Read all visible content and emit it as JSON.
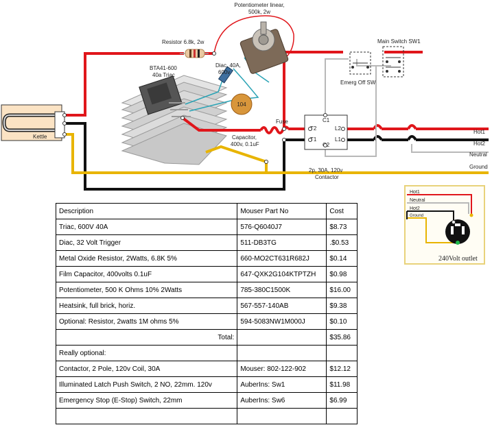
{
  "diagram": {
    "labels": {
      "potentiometer": [
        "Potentiometer linear,",
        "500k, 2w"
      ],
      "resistor": "Resistor 6.8k, 2w",
      "triac": [
        "BTA41-600",
        "40a Triac"
      ],
      "diac": [
        "Diac, 40A,",
        "600v"
      ],
      "diac_code": "104",
      "capacitor": [
        "Capacitor,",
        "400v, 0.1uF"
      ],
      "fuse": "Fuse",
      "kettle": "Kettle",
      "main_switch": "Main Switch SW1",
      "emerg_switch": "Emerg Off SW",
      "contactor": [
        "2p, 30A, 120v",
        "Contactor"
      ],
      "c1": "C1",
      "c2": "C2",
      "t1": "T1",
      "t2": "T2",
      "l1": "L1",
      "l2": "L2",
      "hot1": "Hot1",
      "hot2": "Hot2",
      "neutral": "Neutral",
      "ground": "Ground"
    },
    "wire_colors": {
      "red": "#e0161b",
      "black": "#111111",
      "yellow": "#e8b400",
      "gray": "#b8b8b8",
      "teal": "#2aa3b5"
    }
  },
  "outlet": {
    "labels": {
      "hot1": "Hot1",
      "neutral": "Neutral",
      "hot2": "Hot2",
      "ground": "Ground",
      "caption": "240Volt outlet"
    }
  },
  "parts_table": {
    "headers": [
      "Description",
      "Mouser Part No",
      "Cost"
    ],
    "rows": [
      [
        "Triac, 600V 40A",
        "576-Q6040J7",
        "$8.73"
      ],
      [
        "Diac, 32 Volt Trigger",
        "511-DB3TG",
        ".$0.53"
      ],
      [
        "Metal Oxide Resistor, 2Watts, 6.8K 5%",
        "660-MO2CT631R682J",
        "$0.14"
      ],
      [
        "Film Capacitor, 400volts 0.1uF",
        "647-QXK2G104KTPTZH",
        "$0.98"
      ],
      [
        "Potentiometer, 500 K Ohms 10% 2Watts",
        "785-380C1500K",
        "$16.00"
      ],
      [
        "Heatsink, full brick, horiz.",
        "567-557-140AB",
        "$9.38"
      ],
      [
        "Optional: Resistor, 2watts 1M ohms 5%",
        "594-5083NW1M000J",
        "$0.10"
      ],
      [
        "Total:",
        "",
        "$35.86"
      ],
      [
        "Really optional:",
        "",
        ""
      ],
      [
        "Contactor, 2 Pole, 120v Coil, 30A",
        "Mouser: 802-122-902",
        "$12.12"
      ],
      [
        "Illuminated Latch Push Switch, 2 NO, 22mm. 120v",
        "AuberIns: Sw1",
        "$11.98"
      ],
      [
        "Emergency Stop (E-Stop) Switch, 22mm",
        "AuberIns: Sw6",
        "$6.99"
      ],
      [
        "",
        "",
        ""
      ]
    ]
  }
}
